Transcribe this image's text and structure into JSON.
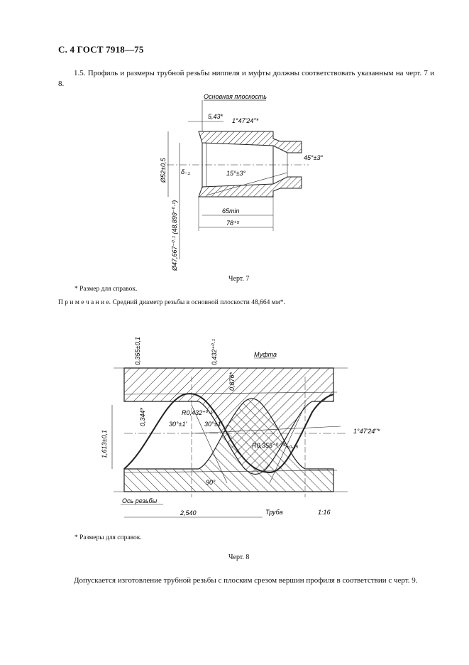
{
  "header": {
    "title": "С. 4 ГОСТ 7918—75"
  },
  "intro": {
    "text": "1.5.  Профиль и размеры трубной резьбы ниппеля и муфты должны соответствовать указанным на черт. 7 и 8."
  },
  "fig7": {
    "base_plane_label": "Основная плоскость",
    "dim_543": "5,43*",
    "taper_angle": "1°47'24''*",
    "chamfer": "45°±3°",
    "dia_52": "Ø52±0,5",
    "b_label": "δ₋₁",
    "angle_15": "15°±3°",
    "len_65": "65min",
    "len_78": "78⁺⁵",
    "dia_4766": "Ø47,667⁻⁰·¹ (48,899⁻⁰·¹)",
    "caption": "Черт. 7"
  },
  "note1": {
    "text": "* Размер для справок."
  },
  "note2": {
    "label": "П р и м е ч а н и е.",
    "text": "Средний диаметр резьбы в основной плоскости 48,664 мм*."
  },
  "fig8": {
    "d_0355": "0,355±0,1",
    "d_0432": "0,432⁺⁰·¹",
    "d_0876": "0,876*",
    "mufta": "Муфта",
    "d_0344": "0,344*",
    "r_0432": "R0,432⁺⁰·¹",
    "d_1613": "1,613±0,1",
    "angle_a": "30°±1'",
    "angle_b": "30°±1'",
    "taper": "1°47'24''*",
    "r_0355": "R0,355⁻⁰·⁰⁵₋₀,₁₅",
    "angle_90": "90°",
    "axis_label": "Ось резьбы",
    "pitch": "2,540",
    "pipe": "Труба",
    "taper_ratio": "1:16",
    "caption": "Черт. 8"
  },
  "note3": {
    "text": "* Размеры для справок."
  },
  "closing": {
    "text": "Допускается изготовление трубной резьбы с плоским срезом вершин профиля в соответствии с черт. 9."
  }
}
